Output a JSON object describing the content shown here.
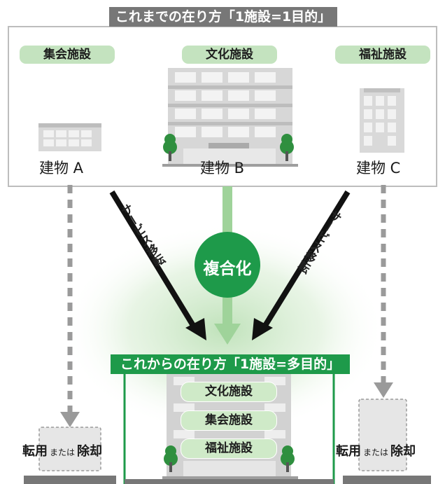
{
  "top": {
    "title": "これまでの在り方「1施設=1目的」",
    "categories": [
      "集会施設",
      "文化施設",
      "福祉施設"
    ],
    "buildings": [
      "建物 A",
      "建物 B",
      "建物 C"
    ]
  },
  "center": {
    "merge_label": "複合化",
    "left_arrow_label": "サービス移転",
    "right_arrow_label": "サービス移転"
  },
  "bottom": {
    "title": "これからの在り方「1施設=多目的」",
    "facilities": [
      "文化施設",
      "集会施設",
      "福祉施設"
    ],
    "left_label_main": "転用",
    "left_label_small": "または",
    "left_label_end": "除却",
    "right_label_main": "転用",
    "right_label_small": "または",
    "right_label_end": "除却"
  },
  "colors": {
    "green_dark": "#1e9a4a",
    "green_light": "#c4e3bf",
    "gray_bar": "#777777"
  }
}
